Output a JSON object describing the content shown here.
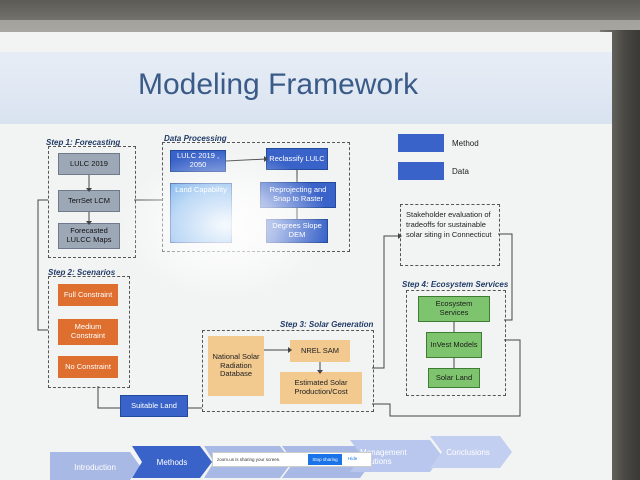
{
  "slide": {
    "title": "Modeling Framework",
    "legend": {
      "method": "Method",
      "data": "Data"
    },
    "steps": {
      "forecasting": "Step 1: Forecasting",
      "data_processing": "Data Processing",
      "scenarios": "Step 2: Scenarios",
      "solar_generation": "Step 3: Solar Generation",
      "ecosystem_services": "Step 4: Ecosystem Services"
    },
    "forecasting": [
      "LULC 2019",
      "TerrSet LCM",
      "Forecasted LULCC Maps"
    ],
    "data_processing": {
      "lulc": "LULC 2019 , 2050",
      "reclassify": "Reclassify LULC",
      "land_capability": "Land Capability",
      "reproject": "Reprojecting and Snap to Raster",
      "slope": "Degrees Slope DEM"
    },
    "scenarios": [
      "Full Constraint",
      "Medium Constraint",
      "No Constraint"
    ],
    "suitable_land": "Suitable Land",
    "solar": {
      "radiation": "National Solar Radiation Database",
      "nrel": "NREL SAM",
      "production": "Estimated Solar Production/Cost"
    },
    "ecosystem": [
      "Ecosystem Services",
      "InVest Models",
      "Solar Land"
    ],
    "stakeholder": "Stakeholder evaluation of tradeoffs for sustainable solar siting in Connecticut"
  },
  "nav": {
    "items": [
      "Introduction",
      "Methods",
      "Management solutions",
      "Conclusions"
    ],
    "colors": {
      "active": "#3a63c9",
      "inactive": "#a9b9e6"
    }
  },
  "share_bar": {
    "message": "zoom.us is sharing your screen.",
    "stop_label": "Stop sharing",
    "hide_label": "Hide"
  }
}
